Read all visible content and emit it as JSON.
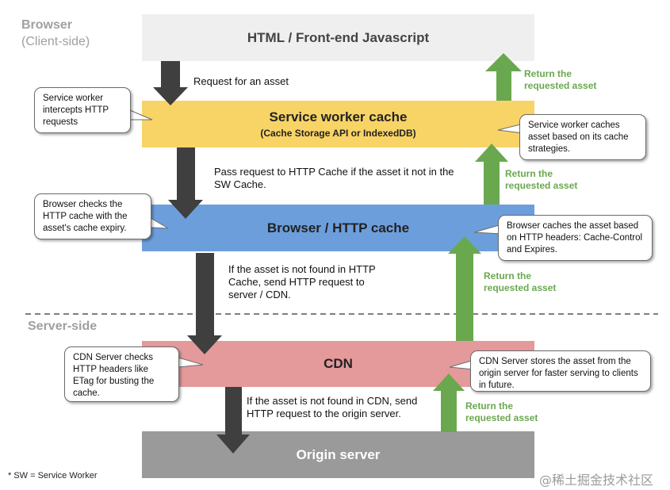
{
  "labels": {
    "browser": "Browser",
    "client_side": "(Client-side)",
    "server_side": "Server-side",
    "footnote": "* SW = Service Worker",
    "watermark": "@稀土掘金技术社区"
  },
  "layers": {
    "html": {
      "title": "HTML / Front-end Javascript",
      "color": "#efefef",
      "text_color": "#444444"
    },
    "sw": {
      "title": "Service worker cache",
      "subtitle": "(Cache Storage API or IndexedDB)",
      "color": "#f8d466"
    },
    "http": {
      "title": "Browser / HTTP cache",
      "color": "#6d9edc"
    },
    "cdn": {
      "title": "CDN",
      "color": "#e4999b"
    },
    "origin": {
      "title": "Origin server",
      "color": "#9a9a9a",
      "text_color": "#ffffff"
    }
  },
  "requests": {
    "r1": "Request for an asset",
    "r2": "Pass request to HTTP Cache if the asset it not in the SW Cache.",
    "r3": "If the asset is not found in HTTP Cache, send HTTP request to server / CDN.",
    "r4": "If the asset is not found in CDN, send HTTP request to the origin server."
  },
  "returns": {
    "label": "Return the requested asset"
  },
  "bubbles": {
    "sw_intercepts": "Service worker intercepts HTTP requests",
    "sw_caches": "Service worker caches asset based on its cache strategies.",
    "browser_checks": "Browser checks the HTTP cache with the asset's cache expiry.",
    "browser_caches": "Browser caches the asset based on HTTP headers: Cache-Control and Expires.",
    "cdn_checks": "CDN Server checks HTTP headers like ETag for busting the cache.",
    "cdn_stores": "CDN Server stores the asset from the origin server for faster serving to clients in future."
  },
  "colors": {
    "down_arrow": "#3f3f3f",
    "up_arrow": "#6aa84f",
    "divider": "#555555"
  }
}
